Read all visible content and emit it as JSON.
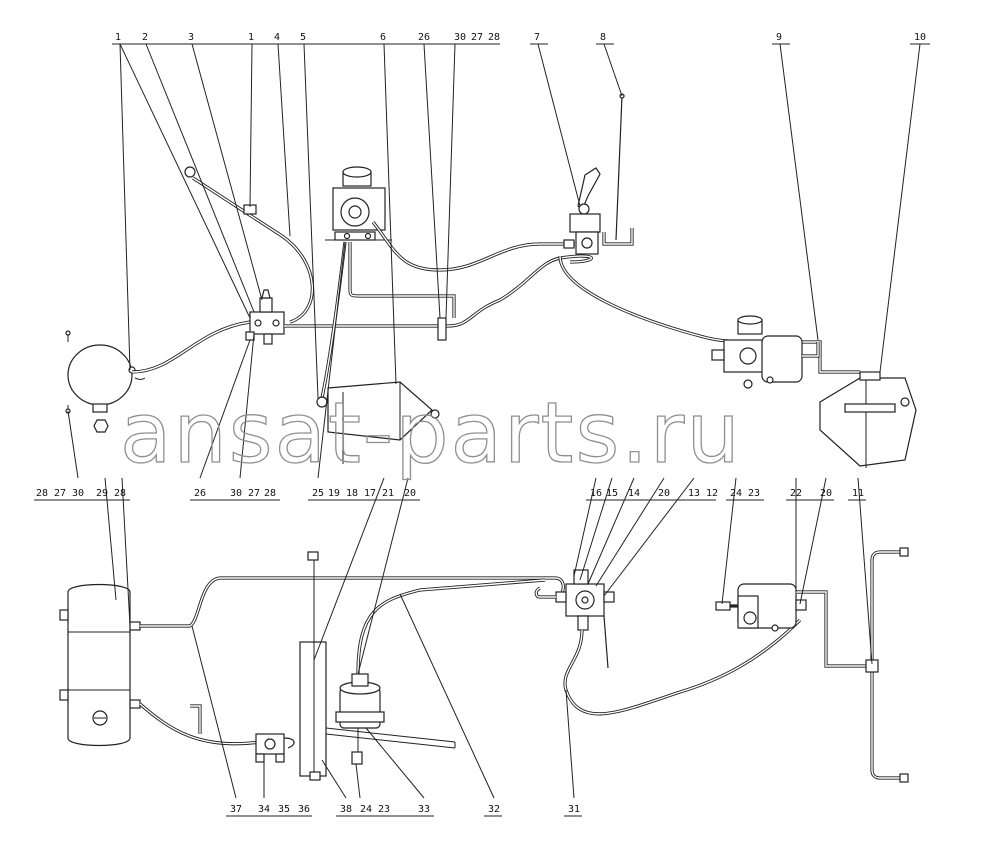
{
  "watermark": "ansat-parts.ru",
  "callouts_top": [
    "1",
    "2",
    "3",
    "1",
    "4",
    "5",
    "6",
    "26",
    "30",
    "27",
    "28",
    "7",
    "8",
    "9",
    "10"
  ],
  "callouts_middle": [
    "28",
    "27",
    "30",
    "29",
    "28",
    "26",
    "30",
    "27",
    "28",
    "25",
    "19",
    "18",
    "17",
    "21",
    "20",
    "16",
    "15",
    "14",
    "20",
    "13",
    "12",
    "24",
    "23",
    "22",
    "20",
    "11"
  ],
  "callouts_bottom": [
    "37",
    "34",
    "35",
    "36",
    "38",
    "24",
    "23",
    "33",
    "32",
    "31"
  ]
}
